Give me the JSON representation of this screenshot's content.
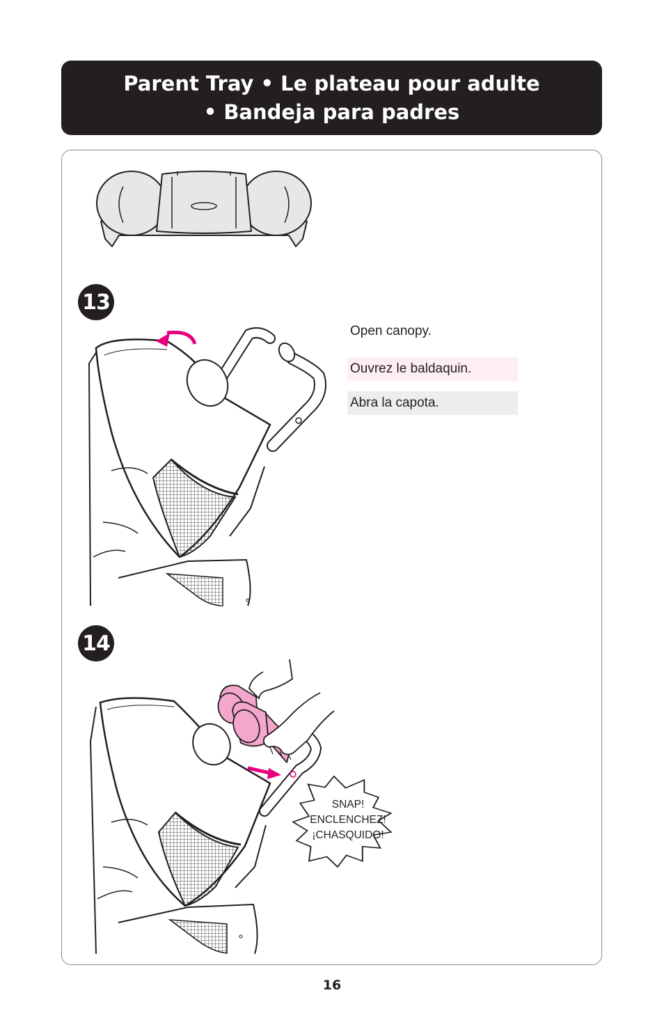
{
  "header": {
    "title_line1": "Parent Tray • Le plateau pour adulte",
    "title_line2": "• Bandeja para padres"
  },
  "steps": [
    {
      "number": "13",
      "instructions": {
        "en": "Open canopy.",
        "fr": "Ouvrez le baldaquin.",
        "es": "Abra la capota."
      }
    },
    {
      "number": "14",
      "callout": [
        "SNAP!",
        "ENCLENCHEZ!",
        "¡CHASQUIDO!"
      ]
    }
  ],
  "colors": {
    "accent": "#e6007e",
    "tray_pink": "#f4a6cc",
    "banner": "#231f20"
  },
  "page_number": "16"
}
